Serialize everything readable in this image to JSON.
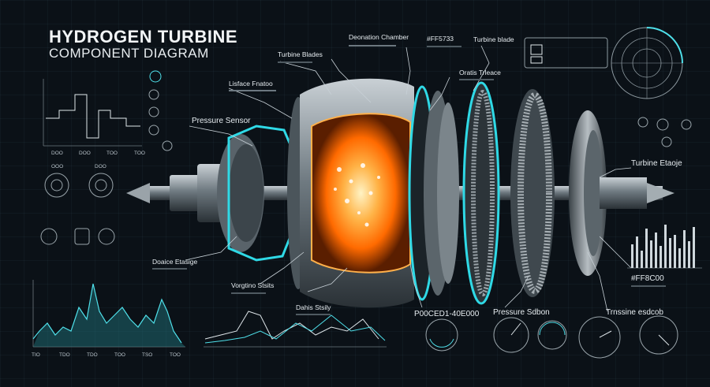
{
  "title": {
    "line1": "HYDROGEN TURBINE",
    "line2": "COMPONENT DIAGRAM"
  },
  "callouts": {
    "detonation_chamber": "Deonation Chamber",
    "color_code_top": "#FF5733",
    "turbine_blade": "Turbine blade",
    "turbine_blades": "Turbine Blades",
    "lisface_fnatoo": "Lisface Fnatoo",
    "pressure_sensor": "Pressure Sensor",
    "oratis_trleace": "Oratis Trleace",
    "turbine_etaoje": "Turbine Etaoje",
    "doaice_etasige": "Doaice Etasige",
    "vorgtino_stsits": "Vorgtino Stsits",
    "dahis_stsily": "Dahis Stsily",
    "hex_code_bottom": "P00CED1-40E000",
    "pressure_sdbon": "Pressure Sdbon",
    "trnssine_esdcob": "Trnssine esdcob",
    "color_code_right": "#FF8C00"
  },
  "left_chart": {
    "ticks": [
      "TIO",
      "TDO",
      "TDO",
      "TOO",
      "TSO",
      "TOO"
    ]
  },
  "top_left_chart": {
    "ticks": [
      "DOO",
      "DOO",
      "TOO",
      "TOO"
    ]
  },
  "icon_row_labels": [
    "OOO",
    "DOO"
  ],
  "colors": {
    "background": "#0b1117",
    "accent_cyan": "#2fd9e6",
    "accent_orange": "#ff8a1c",
    "metal": "#8e979e"
  }
}
